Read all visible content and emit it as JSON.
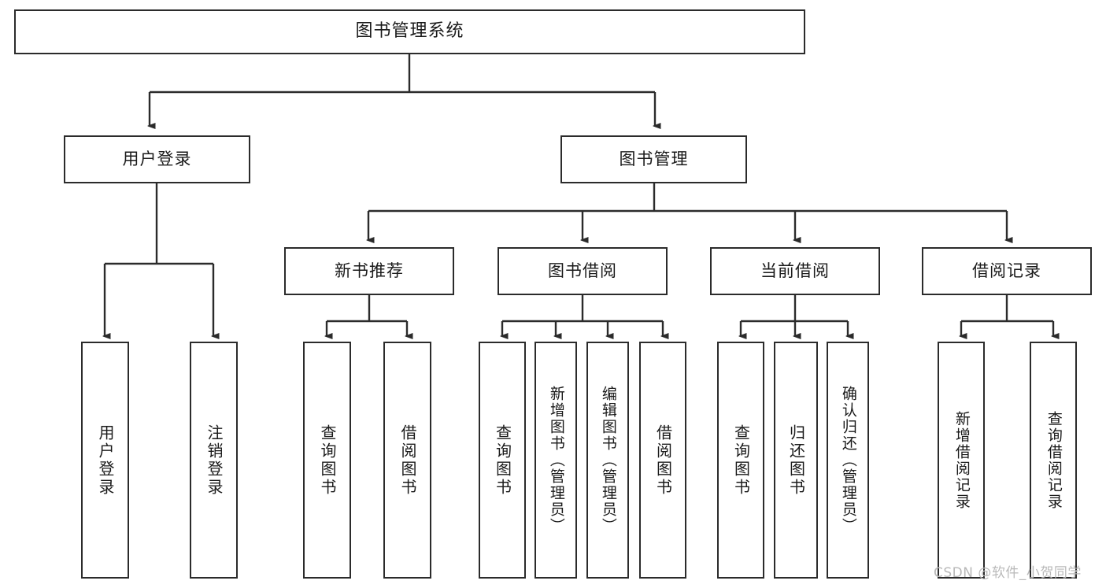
{
  "diagram": {
    "title": "图书管理系统",
    "type": "hierarchy-tree",
    "root": {
      "label": "图书管理系统"
    },
    "level2": [
      {
        "label": "用户登录"
      },
      {
        "label": "图书管理"
      }
    ],
    "level3": [
      {
        "label": "新书推荐"
      },
      {
        "label": "图书借阅"
      },
      {
        "label": "当前借阅"
      },
      {
        "label": "借阅记录"
      }
    ],
    "leaves": {
      "user_login": [
        "用户登录",
        "注销登录"
      ],
      "new_book_recommend": [
        "查询图书",
        "借阅图书"
      ],
      "book_borrow": [
        "查询图书",
        "新增图书（管理员）",
        "编辑图书（管理员）",
        "借阅图书"
      ],
      "current_borrow": [
        "查询图书",
        "归还图书",
        "确认归还（管理员）"
      ],
      "borrow_record": [
        "新增借阅记录",
        "查询借阅记录"
      ]
    }
  },
  "watermark": {
    "text": "CSDN @软件_小贺同学"
  },
  "colors": {
    "stroke": "#2b2b2b",
    "background": "#ffffff",
    "text": "#1a1a1a",
    "watermark": "#b9b9b9"
  }
}
